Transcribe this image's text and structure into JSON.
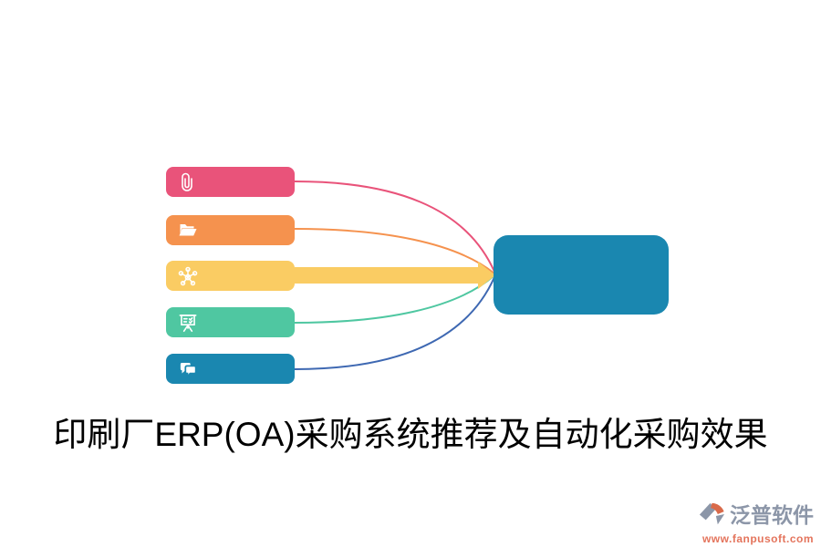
{
  "title": "印刷厂ERP(OA)采购系统推荐及自动化采购效果",
  "diagram": {
    "nodes": [
      {
        "id": "attachment",
        "icon": "paperclip-icon",
        "color": "#E9537A"
      },
      {
        "id": "folder",
        "icon": "folder-open-icon",
        "color": "#F5924E"
      },
      {
        "id": "network",
        "icon": "network-icon",
        "color": "#FACC63"
      },
      {
        "id": "presentation",
        "icon": "presentation-board-icon",
        "color": "#4FC7A1"
      },
      {
        "id": "chat",
        "icon": "chat-bubbles-icon",
        "color": "#1A87B0"
      }
    ],
    "connectors": {
      "pink": "#E9537A",
      "orange": "#F5924E",
      "yellow_arrow": "#FACC63",
      "green": "#4FC7A1",
      "blue": "#3E68B2"
    },
    "target": {
      "color": "#1A87B0"
    }
  },
  "watermark": {
    "brand": "泛普软件",
    "url": "www.fanpusoft.com",
    "brand_color": "#8C96A8",
    "url_color": "#E4745C",
    "logo_gray": "#8C96A8",
    "logo_orange": "#D96A4A"
  }
}
